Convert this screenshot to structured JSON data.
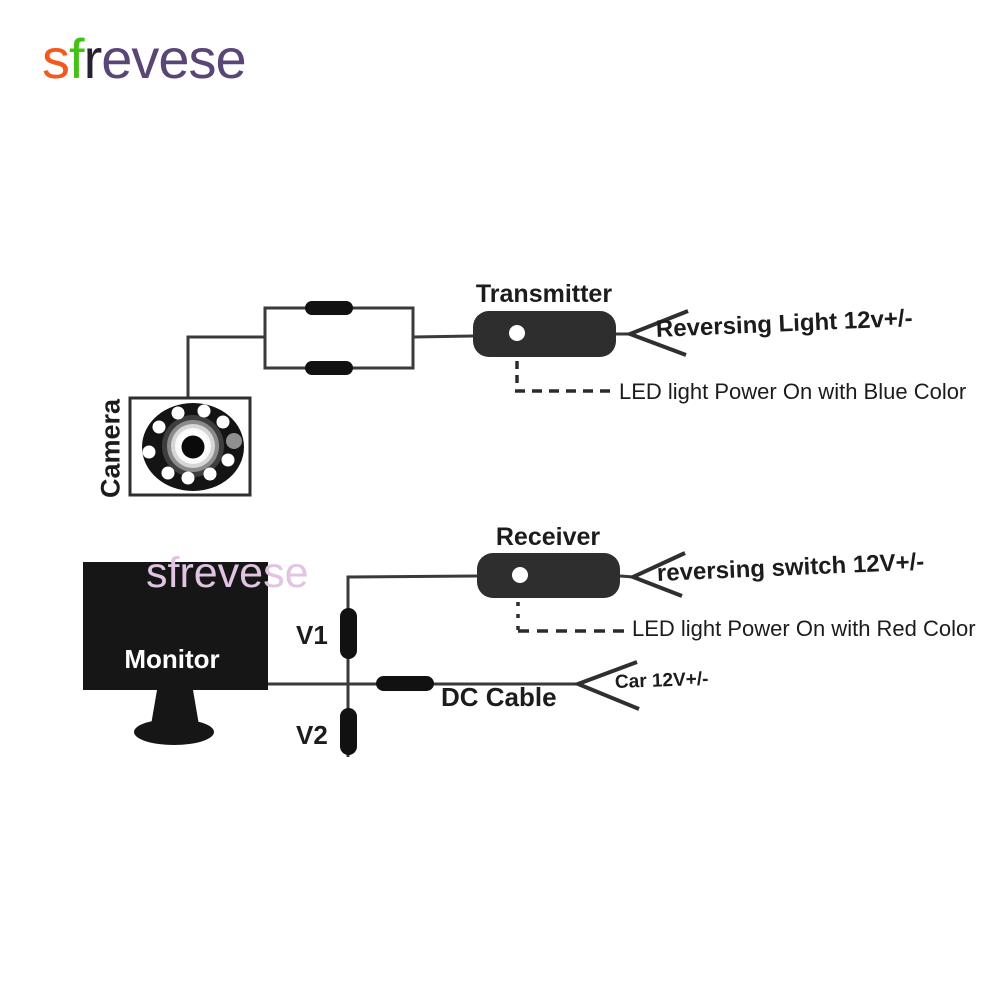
{
  "brand": {
    "logo_text": "sfrevese",
    "letters": [
      {
        "char": "s",
        "color": "#f3591f"
      },
      {
        "char": "f",
        "color": "#44c214"
      },
      {
        "char": "r",
        "color": "#27202f"
      },
      {
        "char": "e",
        "color": "#594677"
      },
      {
        "char": "v",
        "color": "#594677"
      },
      {
        "char": "e",
        "color": "#594677"
      },
      {
        "char": "s",
        "color": "#594677"
      },
      {
        "char": "e",
        "color": "#594677"
      }
    ],
    "watermark_text": "sfrevese",
    "watermark_color": "#e1c3e2"
  },
  "top_circuit": {
    "camera_label": "Camera",
    "transmitter_label": "Transmitter",
    "power_label": "Reversing Light 12v+/-",
    "led_status_label": "LED light Power On with Blue Color"
  },
  "bottom_circuit": {
    "monitor_label": "Monitor",
    "receiver_label": "Receiver",
    "power_label": "reversing switch 12V+/-",
    "led_status_label": "LED light Power On with Red Color",
    "v1_label": "V1",
    "v2_label": "V2",
    "dc_cable_label": "DC Cable",
    "car_power_label": "Car 12V+/-"
  },
  "colors": {
    "device_body": "#2e2e2e",
    "monitor_body": "#161616",
    "wire": "#3a3a3a",
    "dash": "#2b2b2b",
    "connector": "#111111",
    "camera_gray_dot": "#8f8f8f"
  }
}
